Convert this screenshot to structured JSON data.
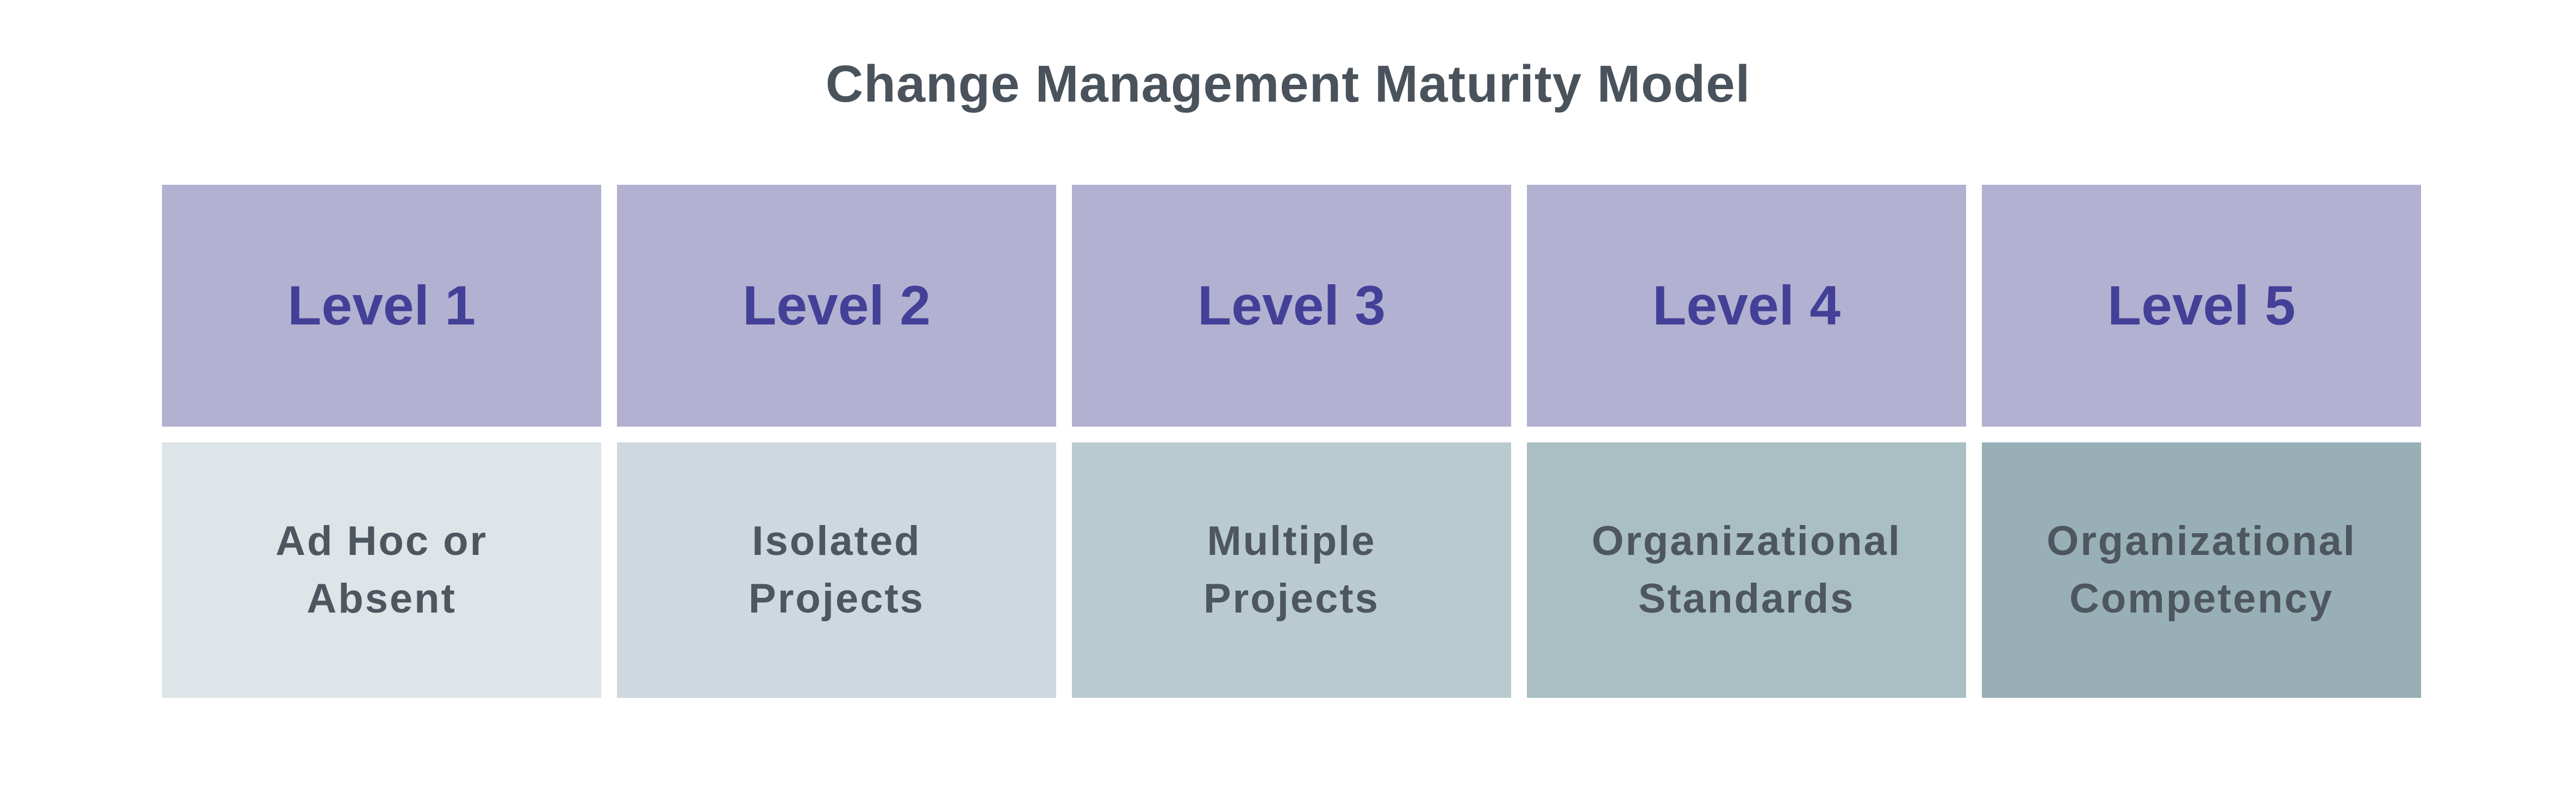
{
  "title": "Change Management Maturity Model",
  "levels": [
    {
      "label": "Level 1",
      "description_line1": "Ad Hoc or",
      "description_line2": "Absent",
      "color": "#dee5e8"
    },
    {
      "label": "Level 2",
      "description_line1": "Isolated",
      "description_line2": "Projects",
      "color": "#cdd9de"
    },
    {
      "label": "Level 3",
      "description_line1": "Multiple",
      "description_line2": "Projects",
      "color": "#b9cbcf"
    },
    {
      "label": "Level 4",
      "description_line1": "Organizational",
      "description_line2": "Standards",
      "color": "#a9bfc3"
    },
    {
      "label": "Level 5",
      "description_line1": "Organizational",
      "description_line2": "Competency",
      "color": "#98b0b5"
    }
  ],
  "colors": {
    "level_background": "#b2b1d1",
    "level_text": "#443f97",
    "description_text": "#4e565f",
    "title_text": "#4a535c"
  }
}
